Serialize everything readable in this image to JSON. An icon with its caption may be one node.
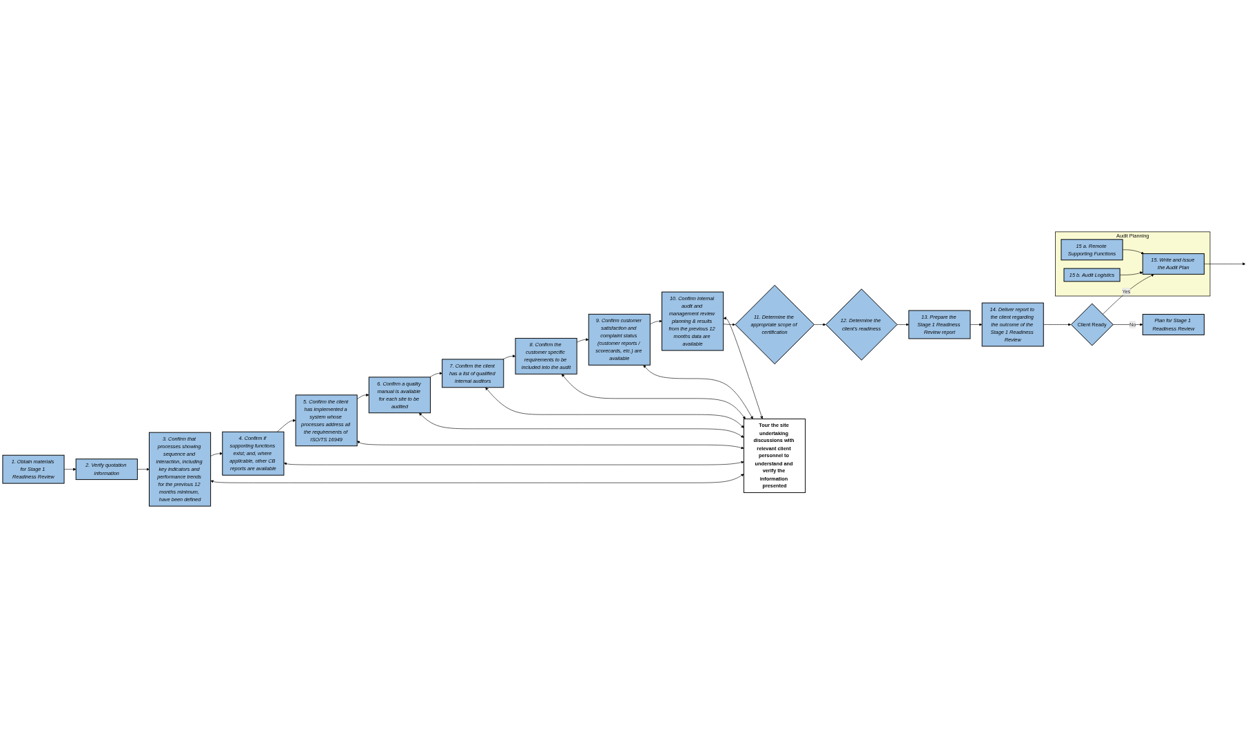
{
  "diagram": {
    "nodes": [
      {
        "text": [
          "1. Obtain materials for Stage 1 Readiness Review"
        ]
      },
      {
        "text": [
          "2. Verify quotation information"
        ]
      },
      {
        "text": [
          "3. Confirm that processes showing sequence and interaction, including key indicators and performance trends for the previous 12 months minimum, have been defined"
        ]
      },
      {
        "text": [
          "4. Confirm if supporting functions exist; and, where applicable, other CB reports are available"
        ]
      },
      {
        "text": [
          "5. Confirm the client has implemented a system whose processes address all the requirements of ISO/TS 16949"
        ]
      },
      {
        "text": [
          "6. Confirm a quality manual is available for each site to be audited"
        ]
      },
      {
        "text": [
          "7. Confirm the client has a list of qualified internal auditors"
        ]
      },
      {
        "text": [
          "8. Confirm the customer specific requirements to be included into the audit"
        ]
      },
      {
        "text": [
          "9. Confirm customer satisfaction and complaint status (customer reports / scorecards, etc.) are available"
        ]
      },
      {
        "text": [
          "10. Confirm internal audit and management review planning & results from the previous 12 months data are available"
        ]
      },
      {
        "text": [
          "Tour the site undertaking discussions with relevant client personnel to understand and verify the information presented"
        ]
      },
      {
        "text": [
          "11. Determine the appropriate scope of certification"
        ]
      },
      {
        "text": [
          "12. Determine the client’s readiness"
        ]
      },
      {
        "text": [
          "13. Prepare the Stage 1 Readiness Review report"
        ]
      },
      {
        "text": [
          "14. Deliver report to the client regarding the outcome of the Stage 1 Readiness Review"
        ]
      },
      {
        "text": [
          "Client Ready"
        ]
      },
      {
        "text": [
          "Audit Planning"
        ]
      },
      {
        "text": [
          "15. Write and issue the Audit Plan"
        ],
        "in": 16
      },
      {
        "text": [
          "15 a. Remote Supporting Functions"
        ],
        "in": 16
      },
      {
        "text": [
          "15 b. Audit Logistics"
        ],
        "in": 16
      },
      {
        "text": [
          "Plan for Stage 1 Readiness Review"
        ]
      }
    ],
    "edges": [
      {
        "from": 0,
        "to": 1,
        "arrow": "to"
      },
      {
        "from": 1,
        "to": 2,
        "arrow": "to"
      },
      {
        "from": 2,
        "to": 3,
        "arrow": "to"
      },
      {
        "from": 3,
        "to": 4,
        "arrow": "to"
      },
      {
        "from": 4,
        "to": 5,
        "arrow": "to"
      },
      {
        "from": 5,
        "to": 6,
        "arrow": "to"
      },
      {
        "from": 6,
        "to": 7,
        "arrow": "to"
      },
      {
        "from": 7,
        "to": 8,
        "arrow": "to"
      },
      {
        "from": 8,
        "to": 9,
        "arrow": "to"
      },
      {
        "from": 2,
        "to": 10,
        "arrow": "both"
      },
      {
        "from": 3,
        "to": 10,
        "arrow": "both"
      },
      {
        "from": 4,
        "to": 10,
        "arrow": "both"
      },
      {
        "from": 5,
        "to": 10,
        "arrow": "both"
      },
      {
        "from": 6,
        "to": 10,
        "arrow": "both"
      },
      {
        "from": 7,
        "to": 10,
        "arrow": "both"
      },
      {
        "from": 8,
        "to": 10,
        "arrow": "both"
      },
      {
        "from": 9,
        "to": 10,
        "arrow": "both"
      },
      {
        "from": 9,
        "to": 11,
        "arrow": "to"
      },
      {
        "from": 11,
        "to": 12,
        "arrow": "to"
      },
      {
        "from": 12,
        "to": 13,
        "arrow": "to"
      },
      {
        "from": 13,
        "to": 14,
        "arrow": "to"
      },
      {
        "from": 14,
        "to": 15,
        "arrow": "to"
      },
      {
        "from": 15,
        "to": 17,
        "arrow": "to",
        "label": "Yes"
      },
      {
        "from": 15,
        "to": 20,
        "arrow": "to",
        "label": "No"
      },
      {
        "from": 17,
        "to": null,
        "arrow": "to"
      },
      {
        "from": 18,
        "to": 17,
        "arrow": "to"
      },
      {
        "from": 19,
        "to": 17,
        "arrow": "to"
      }
    ]
  }
}
